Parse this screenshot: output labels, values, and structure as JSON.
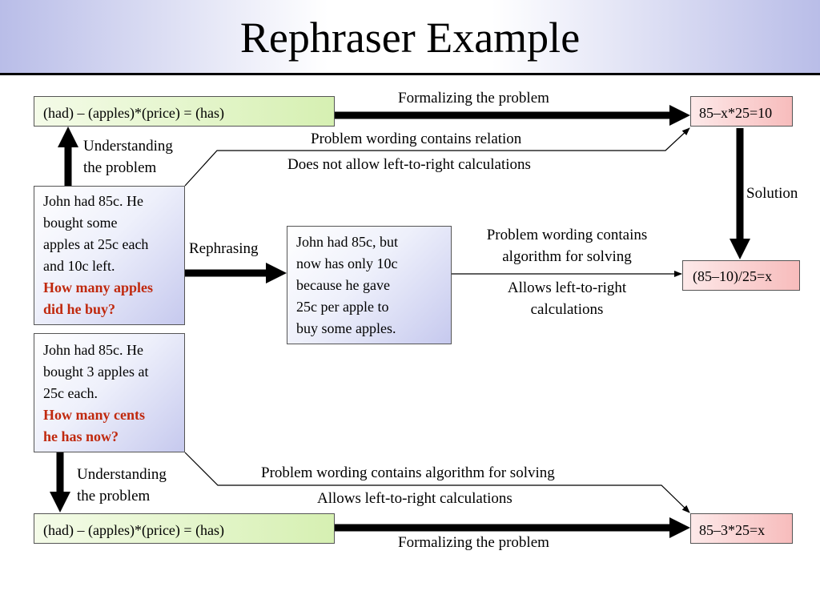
{
  "title": "Rephraser Example",
  "boxes": {
    "formula_top": "(had) – (apples)*(price) = (has)",
    "equation_top": "85–x*25=10",
    "problem_1": {
      "lines": [
        "John had 85c. He",
        "bought some",
        "apples at 25c each",
        "and 10c left."
      ],
      "question": [
        "How many apples",
        "did he buy?"
      ]
    },
    "rephrased": {
      "lines": [
        "John had 85c, but",
        "now has only 10c",
        "because he gave",
        "25c per apple to",
        "buy some apples."
      ]
    },
    "solution_eq": "(85–10)/25=x",
    "problem_2": {
      "lines": [
        "John had 85c. He",
        "bought 3 apples at",
        "25c each."
      ],
      "question": [
        "How many cents",
        "he has now?"
      ]
    },
    "formula_bottom": "(had) – (apples)*(price) = (has)",
    "equation_bottom": "85–3*25=x"
  },
  "labels": {
    "formalizing_top": "Formalizing the problem",
    "understanding_top": [
      "Understanding",
      "the problem"
    ],
    "contains_relation": "Problem wording contains relation",
    "no_left_to_right": "Does not allow left-to-right calculations",
    "solution": "Solution",
    "rephrasing": "Rephrasing",
    "contains_algorithm": [
      "Problem wording contains",
      "algorithm for solving"
    ],
    "allows_left_to_right": [
      "Allows left-to-right",
      "calculations"
    ],
    "understanding_bottom": [
      "Understanding",
      "the problem"
    ],
    "contains_algorithm_bottom": "Problem wording contains algorithm for solving",
    "allows_left_to_right_bottom": "Allows left-to-right calculations",
    "formalizing_bottom": "Formalizing the problem"
  },
  "colors": {
    "question_text": "#c0290e",
    "formula_box": "#d6f0b2",
    "equation_box": "#f7bcbc",
    "text_box": "#c6c9ee"
  }
}
